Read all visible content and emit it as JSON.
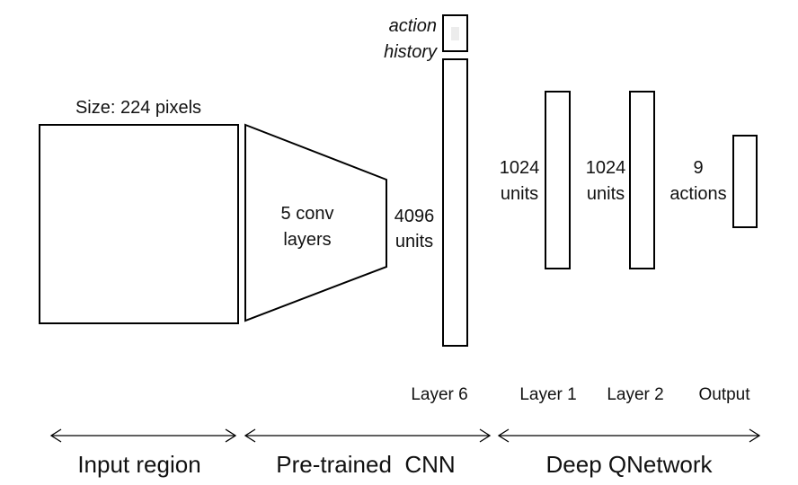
{
  "input": {
    "size_label": "Size: 224 pixels"
  },
  "cnn": {
    "conv_line1": "5 conv",
    "conv_line2": "layers",
    "fc_line1": "4096",
    "fc_line2": "units",
    "action_line1": "action",
    "action_line2": "history"
  },
  "qnet": {
    "layer1_line1": "1024",
    "layer1_line2": "units",
    "layer2_line1": "1024",
    "layer2_line2": "units",
    "output_line1": "9",
    "output_line2": "actions"
  },
  "layer_labels": {
    "layer6": "Layer 6",
    "layer1": "Layer 1",
    "layer2": "Layer 2",
    "output": "Output"
  },
  "sections": {
    "input": "Input region",
    "cnn": "Pre-trained  CNN",
    "qnet": "Deep QNetwork"
  }
}
